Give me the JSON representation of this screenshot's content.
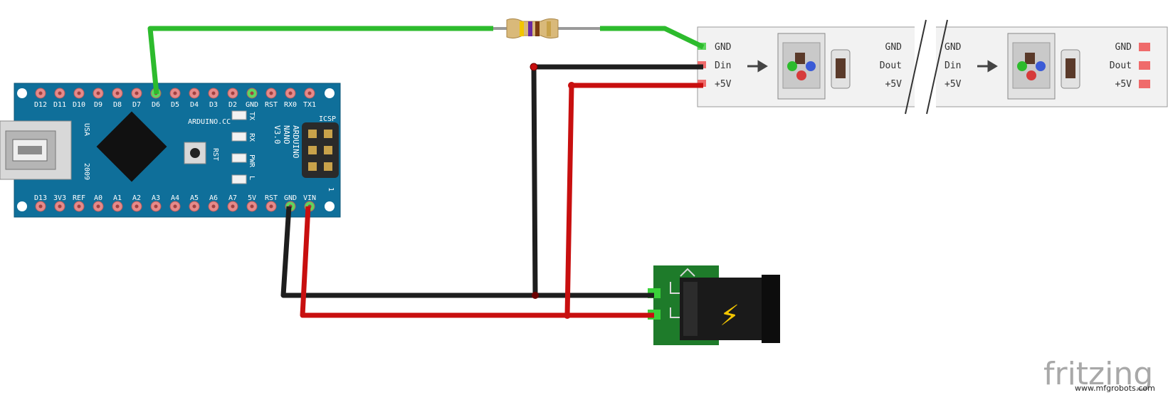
{
  "nano": {
    "top_pins": [
      "D12",
      "D11",
      "D10",
      "D9",
      "D8",
      "D7",
      "D6",
      "D5",
      "D4",
      "D3",
      "D2",
      "GND",
      "RST",
      "RX0",
      "TX1"
    ],
    "bottom_pins": [
      "D13",
      "3V3",
      "REF",
      "A0",
      "A1",
      "A2",
      "A3",
      "A4",
      "A5",
      "A6",
      "A7",
      "5V",
      "RST",
      "GND",
      "VIN"
    ],
    "brand": "ARDUINO.CC",
    "model_lines": [
      "ARDUINO",
      "NANO",
      "V3.0"
    ],
    "icsp": "ICSP",
    "icsp_pin1": "1",
    "leds": [
      "TX",
      "RX",
      "PWR",
      "L"
    ],
    "rst_button": "RST",
    "usb_side": [
      "USA",
      "2009"
    ]
  },
  "strip": {
    "left_labels": [
      "GND",
      "Din",
      "+5V"
    ],
    "right_labels": [
      "GND",
      "Dout",
      "+5V"
    ],
    "segments": 2
  },
  "resistor": {
    "bands": [
      "#f2c500",
      "#6b2aa0",
      "#7a3b10",
      "#c8a24a"
    ]
  },
  "jack": {
    "symbol": "⚡"
  },
  "watermark": {
    "brand": "fritzing",
    "credit": "www.mfgrobots.com"
  },
  "colors": {
    "board": "#0f6f9a",
    "wire_signal": "#2dbb2d",
    "wire_gnd": "#1e1e1e",
    "wire_power": "#c80f0f",
    "pad": "#e58a8a",
    "jack_pcb": "#1e7b2a"
  }
}
